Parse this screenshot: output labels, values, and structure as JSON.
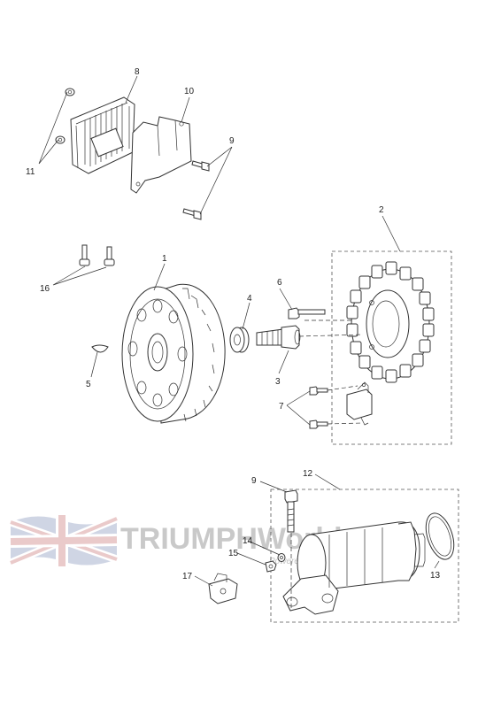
{
  "callouts": {
    "c1": "1",
    "c2": "2",
    "c3": "3",
    "c4": "4",
    "c5": "5",
    "c6": "6",
    "c7": "7",
    "c8": "8",
    "c9a": "9",
    "c9b": "9",
    "c10": "10",
    "c11": "11",
    "c12": "12",
    "c13": "13",
    "c14": "14",
    "c15": "15",
    "c16": "16",
    "c17": "17"
  },
  "watermark": {
    "brand": "TRIUMPHWorld.de",
    "tagline": "Powered by Bahros Bike Studio"
  },
  "colors": {
    "line": "#333333",
    "watermark_text": "#c9c9c9",
    "flag_red": "#d9a0a0",
    "flag_blue": "#a9b3cf"
  }
}
